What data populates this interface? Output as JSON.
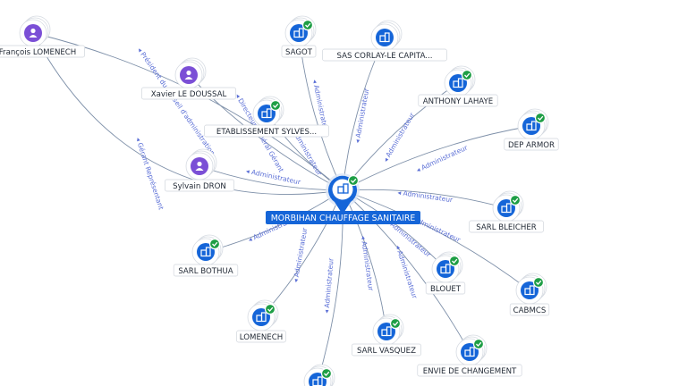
{
  "colors": {
    "company": "#1565d8",
    "person": "#7b4fd6",
    "check": "#1e9e45",
    "edge": "#7d8fa8",
    "edge_label": "#5b6fd6"
  },
  "center": {
    "label": "MORBIHAN CHAUFFAGE SANITAIRE",
    "icon": "building-icon"
  },
  "nodes": [
    {
      "id": "lomenech_person",
      "label": "François LOMENECH",
      "kind": "person",
      "verified": false
    },
    {
      "id": "xavier",
      "label": "Xavier LE DOUSSAL",
      "kind": "person",
      "verified": false
    },
    {
      "id": "sylvain",
      "label": "Sylvain DRON",
      "kind": "person",
      "verified": false
    },
    {
      "id": "sagot",
      "label": "SAGOT",
      "kind": "company",
      "verified": true
    },
    {
      "id": "sascorlay",
      "label": "SAS CORLAY-LE CAPITA...",
      "kind": "company",
      "verified": false
    },
    {
      "id": "anthony",
      "label": "ANTHONY LAHAYE",
      "kind": "company",
      "verified": true
    },
    {
      "id": "deparmor",
      "label": "DEP ARMOR",
      "kind": "company",
      "verified": true
    },
    {
      "id": "etab",
      "label": "ETABLISSEMENT SYLVES...",
      "kind": "company",
      "verified": true
    },
    {
      "id": "bleicher",
      "label": "SARL BLEICHER",
      "kind": "company",
      "verified": true
    },
    {
      "id": "bothua",
      "label": "SARL BOTHUA",
      "kind": "company",
      "verified": true
    },
    {
      "id": "blouet",
      "label": "BLOUET",
      "kind": "company",
      "verified": true
    },
    {
      "id": "cabmcs",
      "label": "CABMCS",
      "kind": "company",
      "verified": true
    },
    {
      "id": "lomenech_co",
      "label": "LOMENECH",
      "kind": "company",
      "verified": true
    },
    {
      "id": "vasquez",
      "label": "SARL VASQUEZ",
      "kind": "company",
      "verified": true
    },
    {
      "id": "envie",
      "label": "ENVIE DE CHANGEMENT",
      "kind": "company",
      "verified": true
    },
    {
      "id": "bottom",
      "label": "",
      "kind": "company",
      "verified": true
    }
  ],
  "edges": [
    {
      "from": "lomenech_person",
      "label": "Président du conseil d'administration"
    },
    {
      "from": "lomenech_person",
      "label": "Gérant Représentant"
    },
    {
      "from": "xavier",
      "label": "Directeur général Gérant"
    },
    {
      "from": "sylvain",
      "label": "Administrateur"
    },
    {
      "from": "sagot",
      "label": "Administrateur"
    },
    {
      "from": "sascorlay",
      "label": "Administrateur"
    },
    {
      "from": "anthony",
      "label": "Administrateur"
    },
    {
      "from": "deparmor",
      "label": "Administrateur"
    },
    {
      "from": "etab",
      "label": "Administrateur"
    },
    {
      "from": "bleicher",
      "label": "Administrateur"
    },
    {
      "from": "bothua",
      "label": "Administrateur"
    },
    {
      "from": "blouet",
      "label": "Administrateur"
    },
    {
      "from": "cabmcs",
      "label": "Administrateur"
    },
    {
      "from": "lomenech_co",
      "label": "Administrateur"
    },
    {
      "from": "vasquez",
      "label": "Administrateur"
    },
    {
      "from": "envie",
      "label": "Administrateur"
    },
    {
      "from": "bottom",
      "label": "Administrateur"
    }
  ]
}
